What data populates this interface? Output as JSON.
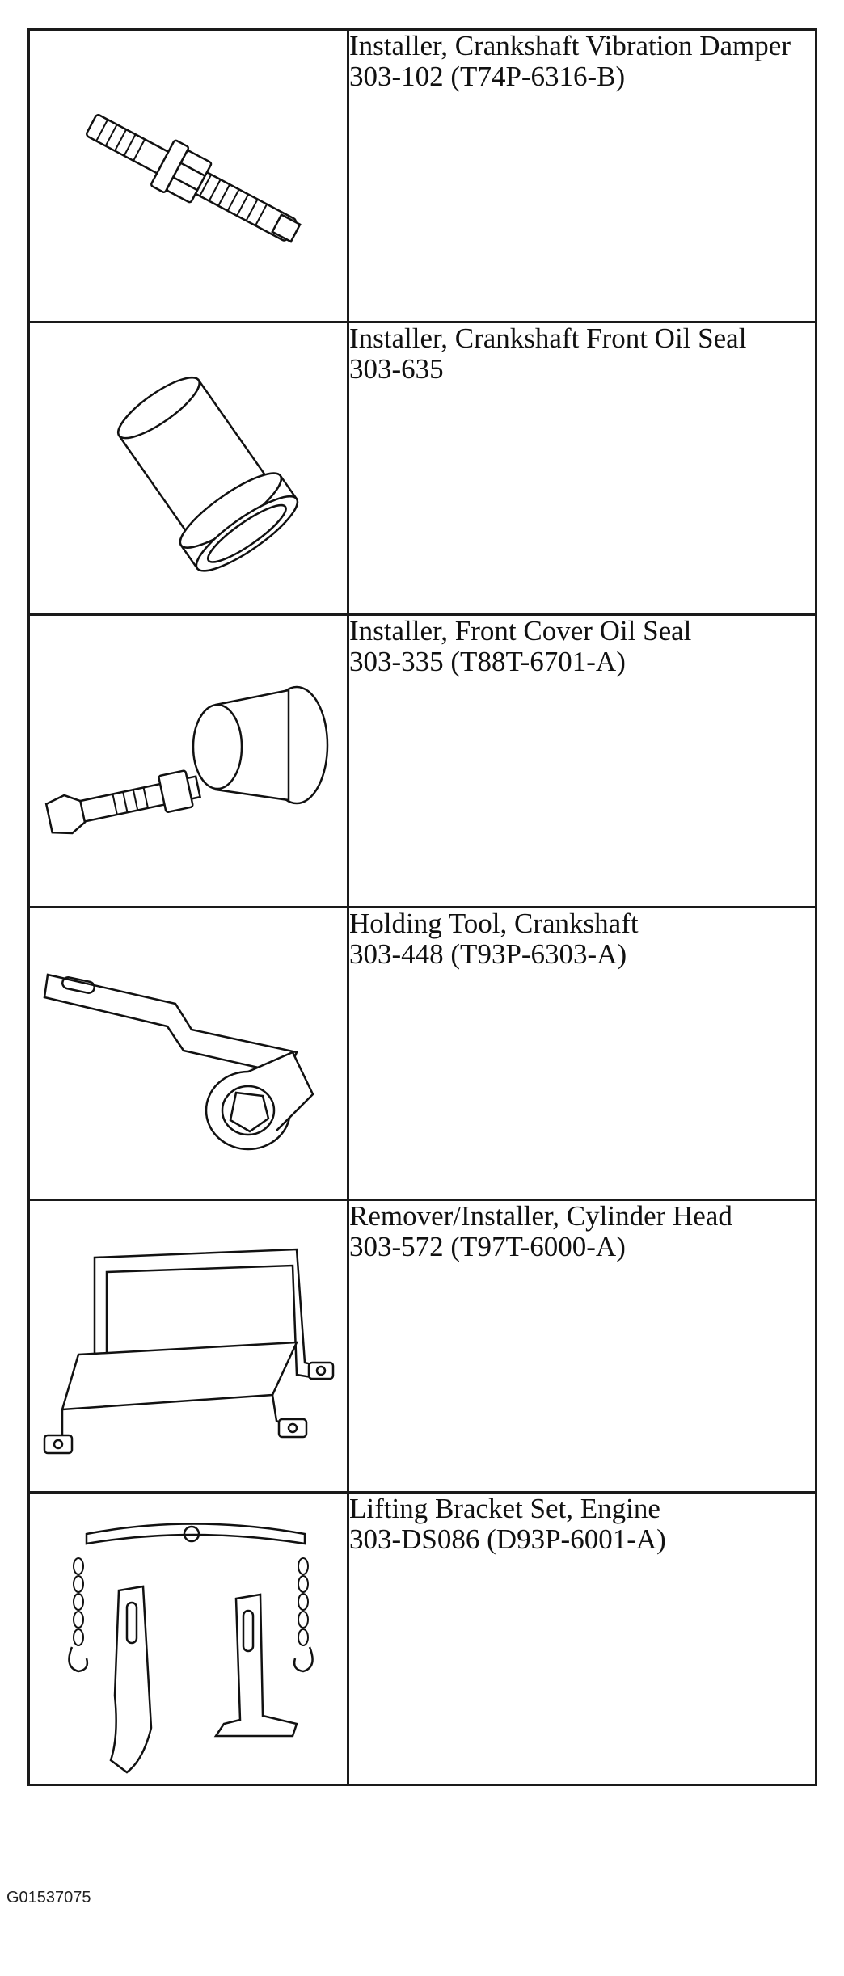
{
  "tools": [
    {
      "name": "Installer, Crankshaft Vibration Damper",
      "number": "303-102 (T74P-6316-B)",
      "icon": "damper-installer-icon"
    },
    {
      "name": "Installer, Crankshaft Front Oil Seal",
      "number": "303-635",
      "icon": "oil-seal-installer-icon"
    },
    {
      "name": "Installer, Front Cover Oil Seal",
      "number": "303-335 (T88T-6701-A)",
      "icon": "front-cover-seal-installer-icon"
    },
    {
      "name": "Holding Tool, Crankshaft",
      "number": "303-448 (T93P-6303-A)",
      "icon": "crankshaft-holding-tool-icon"
    },
    {
      "name": "Remover/Installer, Cylinder Head",
      "number": "303-572 (T97T-6000-A)",
      "icon": "cylinder-head-bracket-icon"
    },
    {
      "name": "Lifting Bracket Set, Engine",
      "number": "303-DS086 (D93P-6001-A)",
      "icon": "lifting-bracket-set-icon"
    }
  ],
  "figure_code": "G01537075"
}
